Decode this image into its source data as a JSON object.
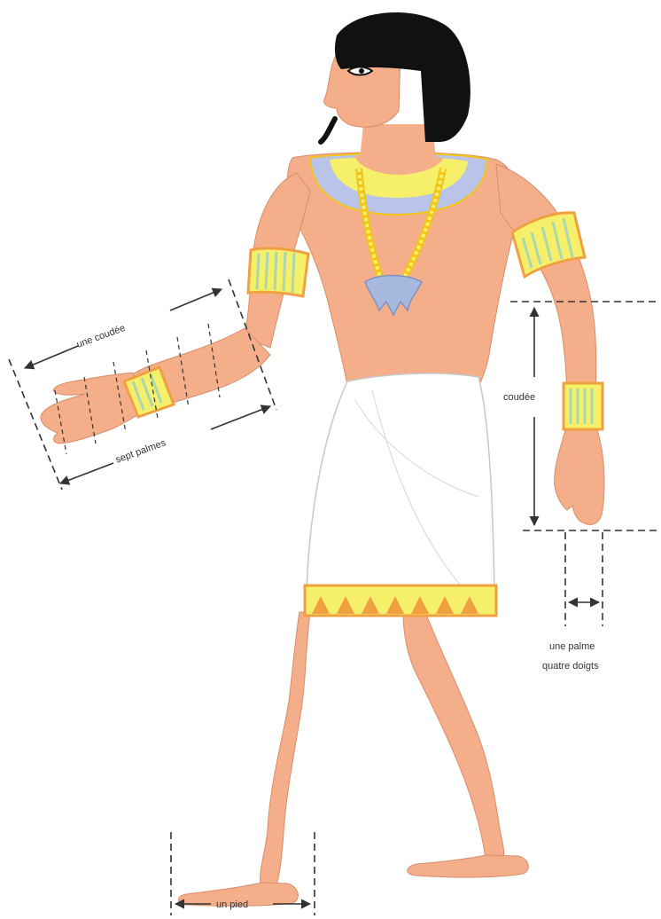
{
  "labels": {
    "forearm_top": "une coudée",
    "forearm_bottom": "sept palmes",
    "side_cubit": "coudée",
    "palm_line1": "une palme",
    "palm_line2": "quatre doigts",
    "foot": "un pied"
  },
  "colors": {
    "skin": "#f4ae8a",
    "skin_shadow": "#e48f6b",
    "hair": "#111111",
    "kilt": "#ffffff",
    "gold": "#f2c418",
    "bead_blue": "#b9c4e8",
    "band_yellow": "#f5ef6a",
    "band_green": "#a9d7b0",
    "band_orange": "#f0a040",
    "pendant_blue": "#a7b8df"
  }
}
